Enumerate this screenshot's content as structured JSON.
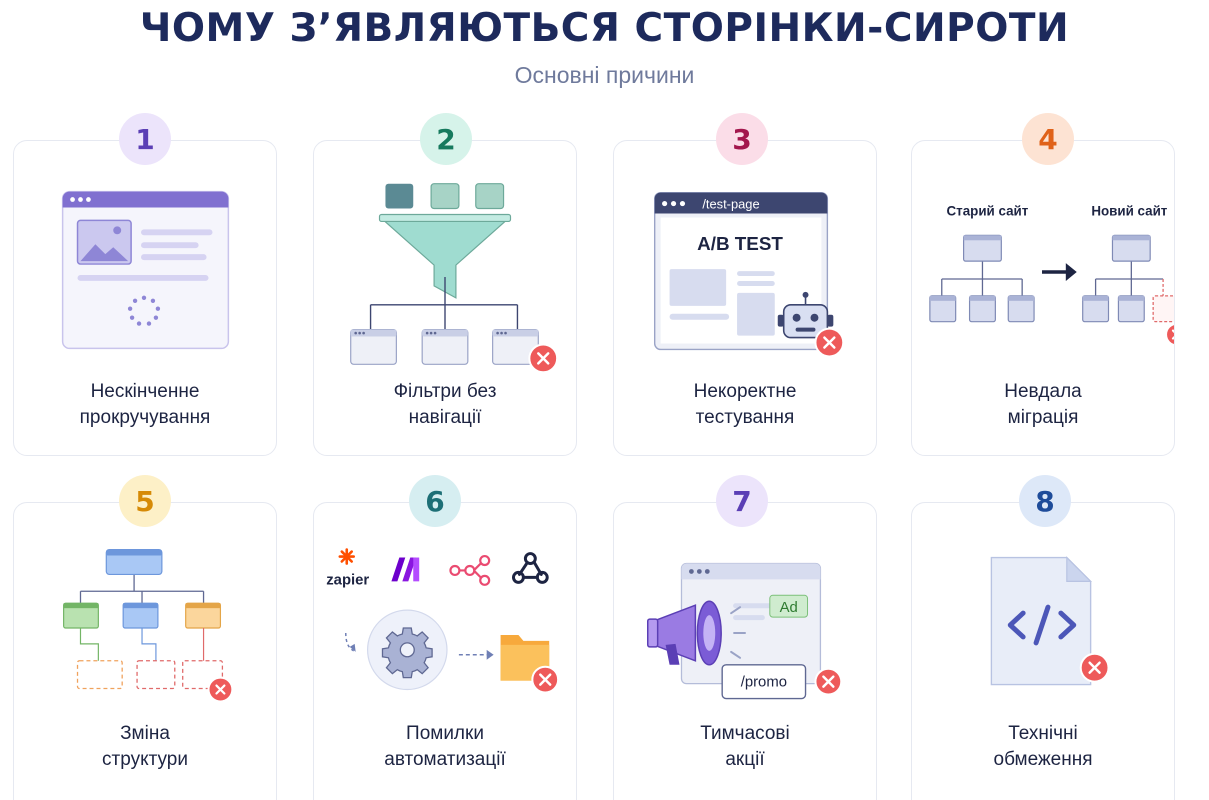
{
  "header": {
    "title": "ЧОМУ З’ЯВЛЯЮТЬСЯ СТОРІНКИ-СИРОТИ",
    "subtitle": "Основні причини"
  },
  "cards": [
    {
      "number": "1",
      "label": "Нескінченне\nпрокручування",
      "badge_bg": "#ece4fb",
      "badge_color": "#5b3fb5"
    },
    {
      "number": "2",
      "label": "Фільтри без\nнавігації",
      "badge_bg": "#d6f3ea",
      "badge_color": "#167a5e"
    },
    {
      "number": "3",
      "label": "Некоректне\nтестування",
      "badge_bg": "#fbdde8",
      "badge_color": "#a3174d"
    },
    {
      "number": "4",
      "label": "Невдала\nміграція",
      "badge_bg": "#fde3d3",
      "badge_color": "#e06219"
    },
    {
      "number": "5",
      "label": "Зміна\nструктури",
      "badge_bg": "#fdf0c7",
      "badge_color": "#d68a06"
    },
    {
      "number": "6",
      "label": "Помилки\nавтоматизації",
      "badge_bg": "#d6eef1",
      "badge_color": "#1d6f76"
    },
    {
      "number": "7",
      "label": "Тимчасові\nакції",
      "badge_bg": "#ece4fb",
      "badge_color": "#5b3fb5"
    },
    {
      "number": "8",
      "label": "Технічні\nобмеження",
      "badge_bg": "#dde8f8",
      "badge_color": "#1e4c9a"
    }
  ],
  "card3": {
    "url": "/test-page",
    "heading": "A/B TEST"
  },
  "card4": {
    "old_site": "Старий сайт",
    "new_site": "Новий сайт"
  },
  "card6": {
    "zapier": "zapier"
  },
  "card7": {
    "ad": "Ad",
    "promo": "/promo"
  },
  "icons": {
    "card1": "infinite-scroll-browser-icon",
    "card2": "funnel-icon",
    "card3": "robot-icon",
    "card4": "arrow-right-icon",
    "card5": "tree-structure-icon",
    "card6": [
      "zapier-logo",
      "make-logo",
      "n8n-logo",
      "webhook-icon",
      "gear-icon",
      "folder-icon"
    ],
    "card7": "megaphone-icon",
    "card8": "code-file-icon",
    "error": "error-x-icon"
  }
}
